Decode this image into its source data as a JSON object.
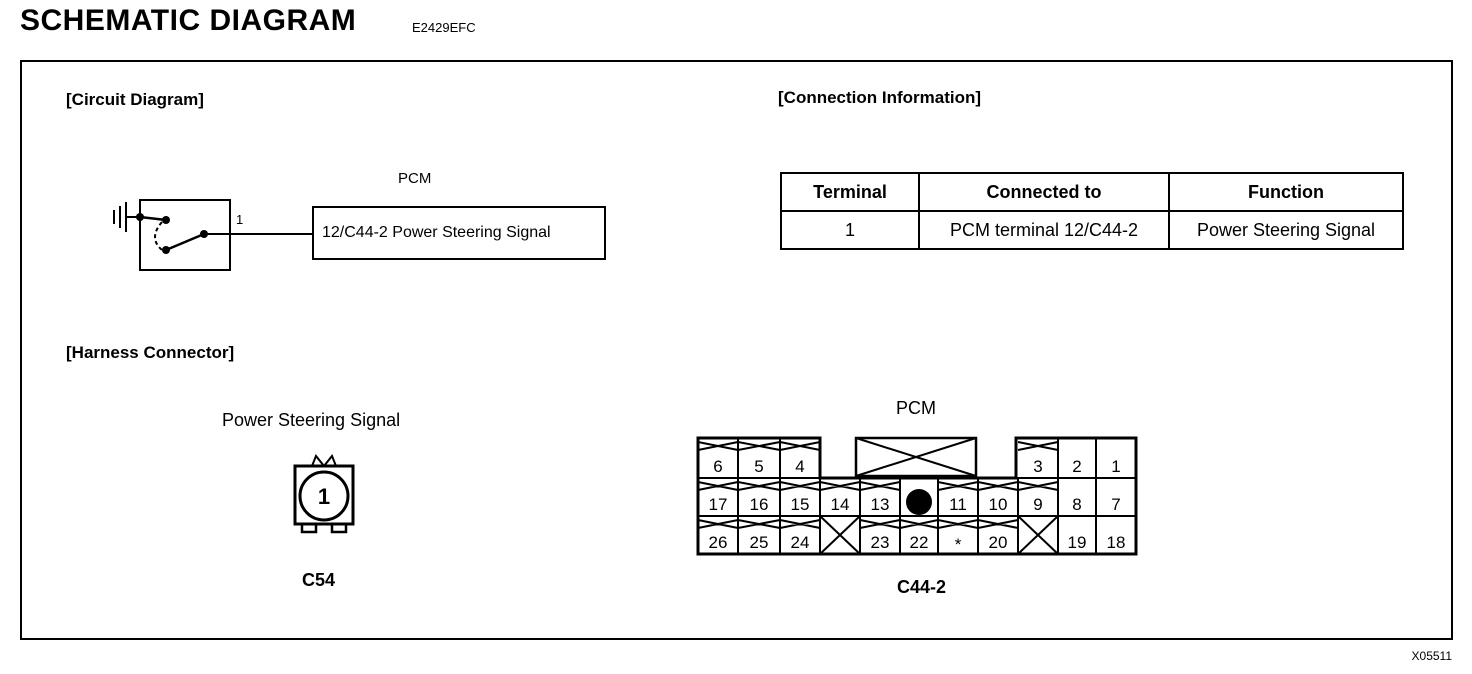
{
  "header": {
    "title": "SCHEMATIC DIAGRAM",
    "code": "E2429EFC"
  },
  "circuit": {
    "section_title": "[Circuit Diagram]",
    "pcm_label": "PCM",
    "terminal_number": "1",
    "pcm_box_text": "12/C44-2 Power Steering Signal"
  },
  "connection": {
    "section_title": "[Connection Information]",
    "headers": [
      "Terminal",
      "Connected to",
      "Function"
    ],
    "rows": [
      [
        "1",
        "PCM terminal 12/C44-2",
        "Power Steering Signal"
      ]
    ]
  },
  "harness": {
    "section_title": "[Harness Connector]",
    "c54": {
      "caption": "Power Steering Signal",
      "pin": "1",
      "name": "C54"
    },
    "pcm_connector": {
      "caption": "PCM",
      "name": "C44-2",
      "row1": [
        "6",
        "5",
        "4",
        "3",
        "2",
        "1"
      ],
      "row2": [
        "17",
        "16",
        "15",
        "14",
        "13",
        "",
        "11",
        "10",
        "9",
        "8",
        "7"
      ],
      "row3": [
        "26",
        "25",
        "24",
        "",
        "23",
        "22",
        "*",
        "20",
        "",
        "19",
        "18"
      ]
    }
  },
  "footer": {
    "ref": "X05511"
  }
}
